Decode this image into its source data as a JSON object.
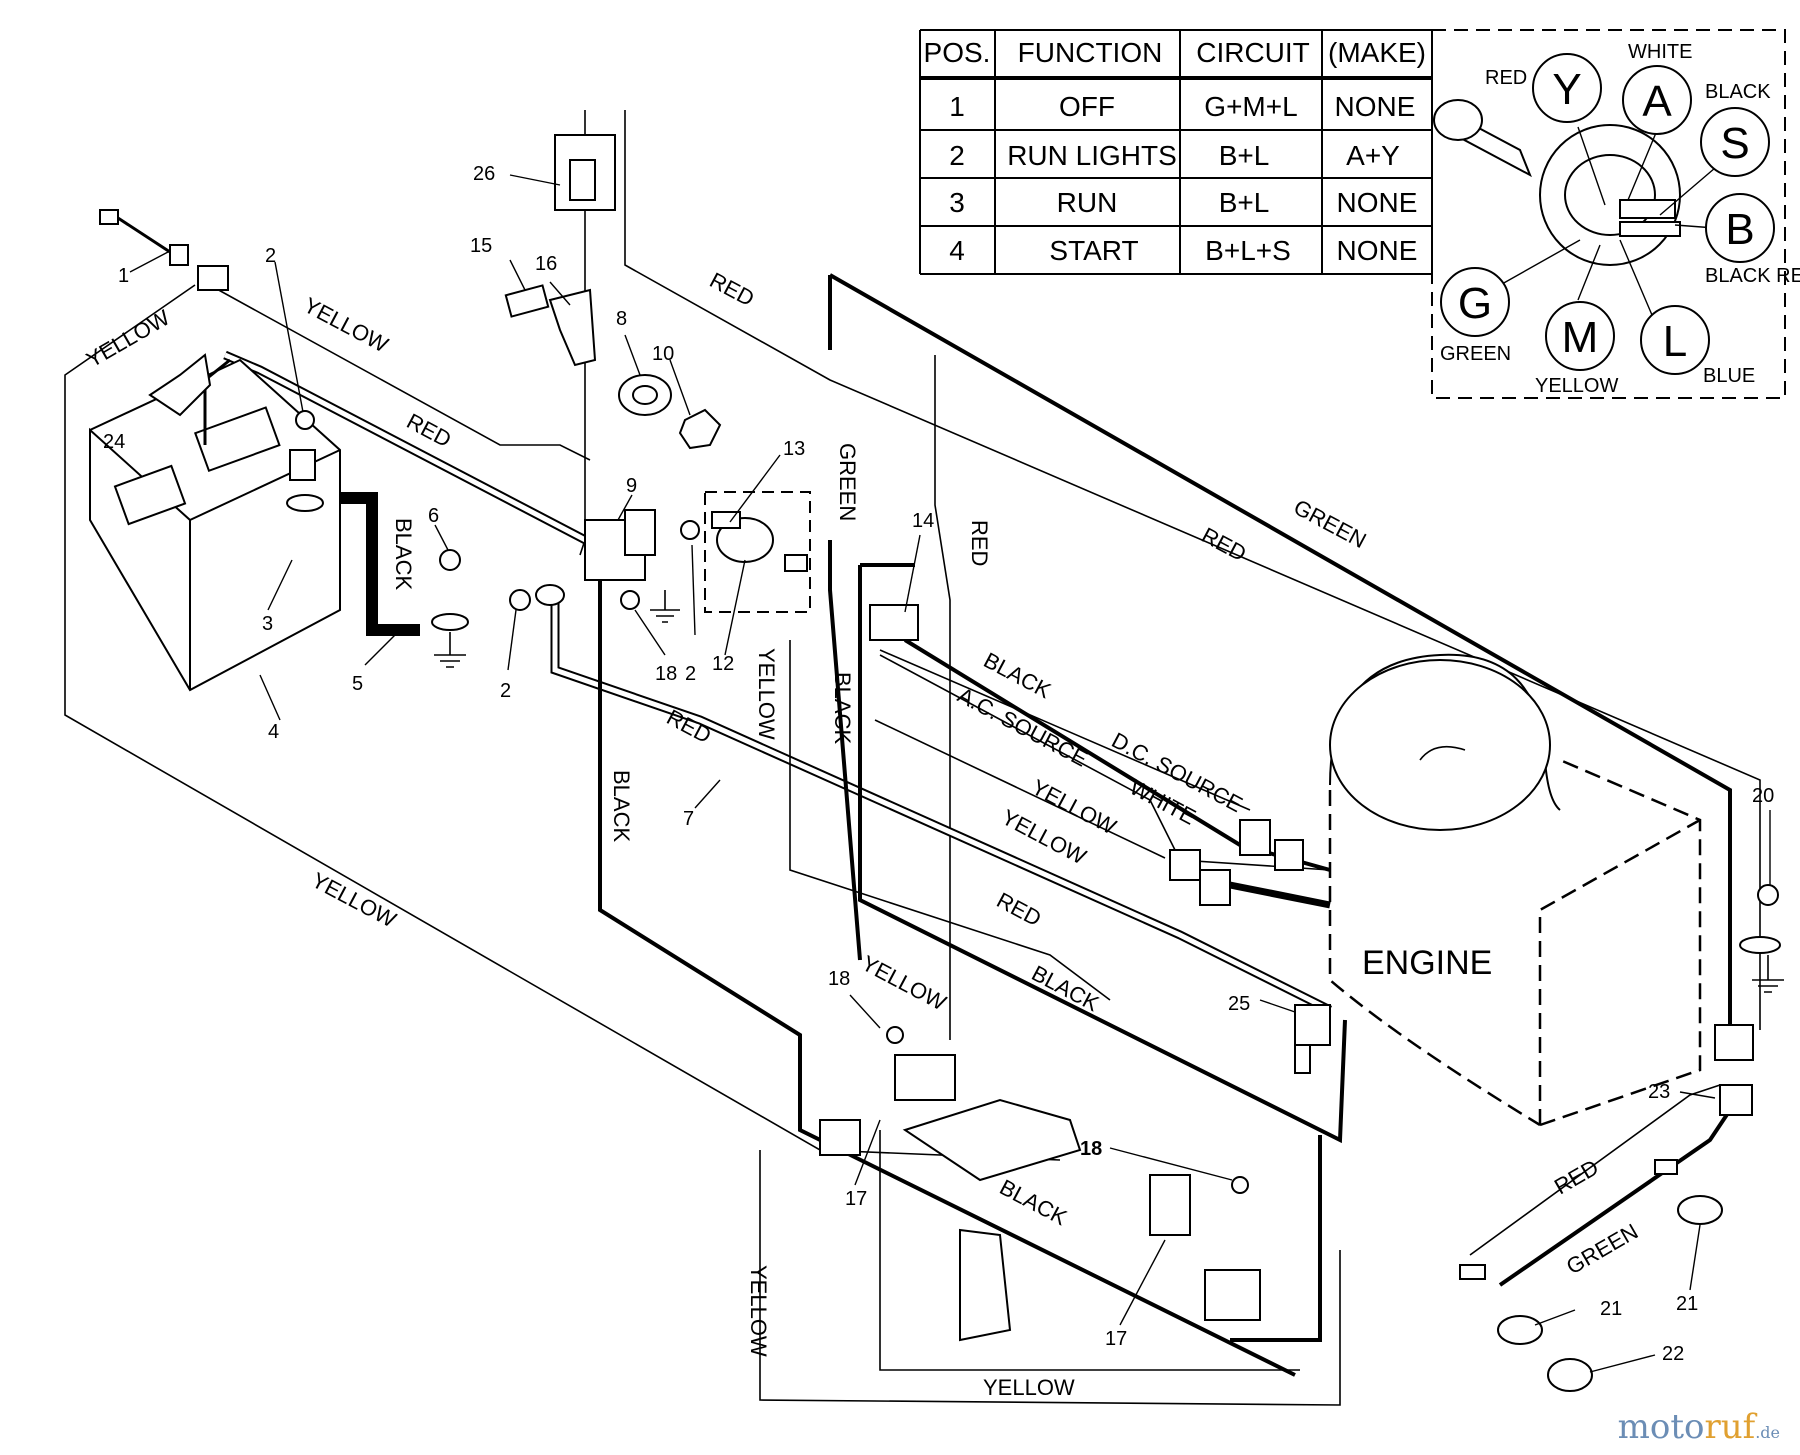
{
  "table": {
    "headers": [
      "POS.",
      "FUNCTION",
      "CIRCUIT",
      "(MAKE)"
    ],
    "rows": [
      [
        "1",
        "OFF",
        "G+M+L",
        "NONE"
      ],
      [
        "2",
        "RUN LIGHTS",
        "B+L",
        "A+Y"
      ],
      [
        "3",
        "RUN",
        "B+L",
        "NONE"
      ],
      [
        "4",
        "START",
        "B+L+S",
        "NONE"
      ]
    ]
  },
  "key_switch": {
    "terminals": [
      {
        "letter": "Y",
        "wire": "RED"
      },
      {
        "letter": "A",
        "wire": "WHITE"
      },
      {
        "letter": "S",
        "wire": "BLACK"
      },
      {
        "letter": "B",
        "wire": "BLACK RED"
      },
      {
        "letter": "L",
        "wire": "BLUE"
      },
      {
        "letter": "M",
        "wire": "YELLOW"
      },
      {
        "letter": "G",
        "wire": "GREEN"
      }
    ]
  },
  "wire_labels": {
    "yellow": "YELLOW",
    "red": "RED",
    "green": "GREEN",
    "black": "BLACK",
    "white": "WHITE",
    "ac_source": "A.C. SOURCE",
    "dc_source": "D.C. SOURCE"
  },
  "engine_label": "ENGINE",
  "part_numbers": [
    "1",
    "2",
    "3",
    "4",
    "5",
    "6",
    "7",
    "8",
    "9",
    "10",
    "12",
    "13",
    "14",
    "15",
    "16",
    "17",
    "18",
    "20",
    "21",
    "22",
    "23",
    "24",
    "25",
    "26"
  ],
  "watermark": {
    "part1": "moto",
    "part2": "ruf",
    "part3": ".de"
  }
}
